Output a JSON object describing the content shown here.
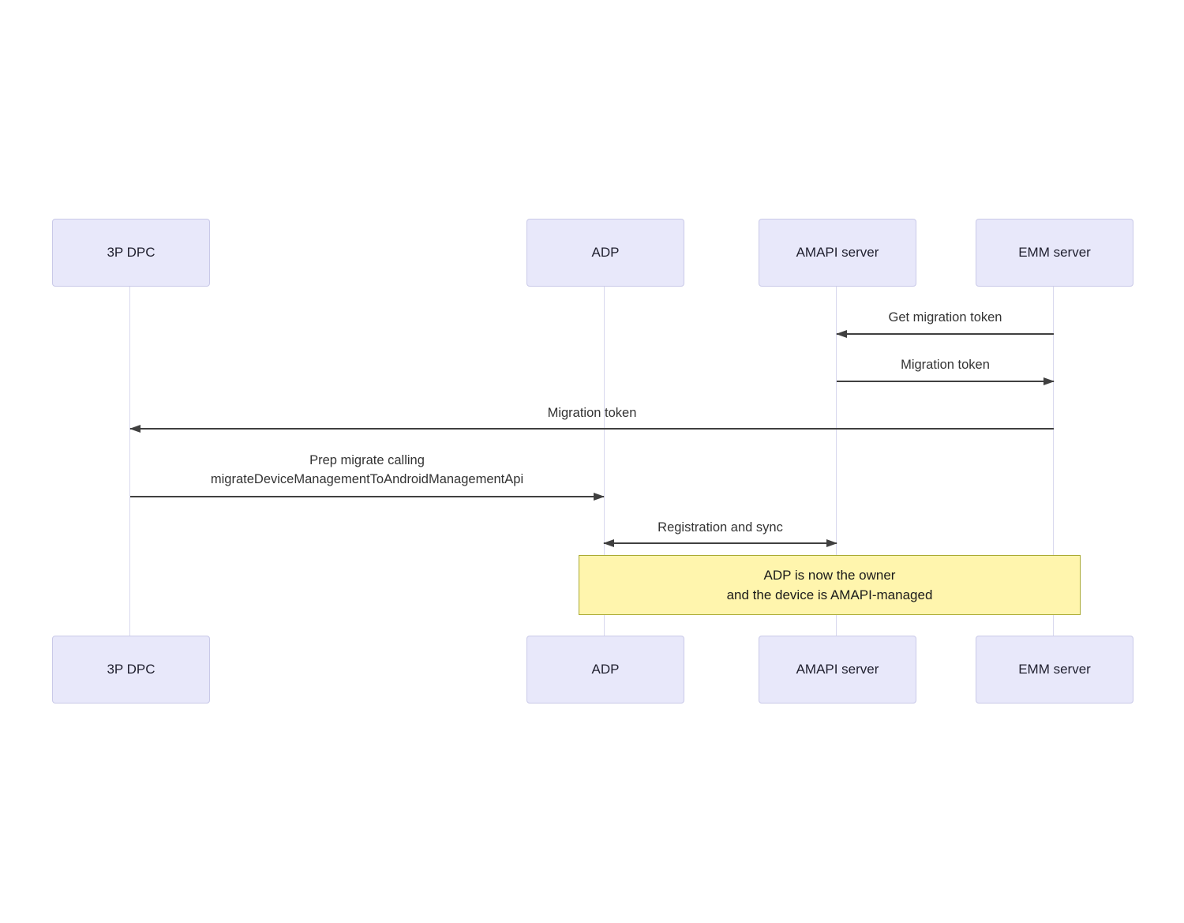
{
  "diagram": {
    "type": "sequence-diagram",
    "actors": [
      {
        "id": "3p-dpc",
        "label": "3P DPC"
      },
      {
        "id": "adp",
        "label": "ADP"
      },
      {
        "id": "amapi",
        "label": "AMAPI server"
      },
      {
        "id": "emm",
        "label": "EMM server"
      }
    ],
    "messages": [
      {
        "label": "Get migration token",
        "from": "EMM server",
        "to": "AMAPI server",
        "direction": "left"
      },
      {
        "label": "Migration token",
        "from": "AMAPI server",
        "to": "EMM server",
        "direction": "right"
      },
      {
        "label": "Migration token",
        "from": "EMM server",
        "to": "3P DPC",
        "direction": "left"
      },
      {
        "label_lines": [
          "Prep migrate calling",
          "migrateDeviceManagementToAndroidManagementApi"
        ],
        "from": "3P DPC",
        "to": "ADP",
        "direction": "right"
      },
      {
        "label": "Registration and sync",
        "from": "ADP",
        "to": "AMAPI server",
        "direction": "both"
      }
    ],
    "note": {
      "lines": [
        "ADP is now the owner",
        "and the device is AMAPI-managed"
      ]
    },
    "colors": {
      "actor_fill": "#E8E8FA",
      "actor_border": "#C9C9E8",
      "lifeline": "#D8D8EE",
      "arrow": "#404040",
      "note_fill": "#FFF5AD",
      "note_border": "#AAAA33"
    }
  }
}
